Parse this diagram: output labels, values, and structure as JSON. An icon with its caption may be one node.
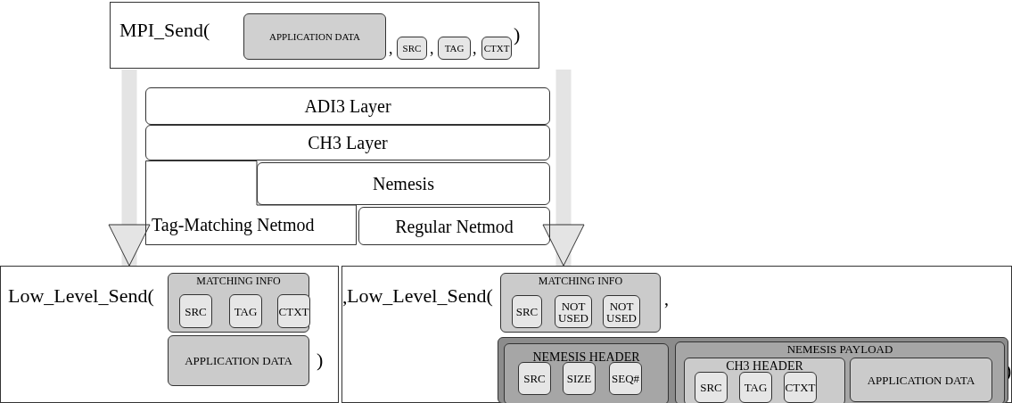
{
  "diagram": {
    "nodes": [
      {
        "text": [
          "MPI_Send(",
          ",",
          ",",
          ",",
          ")"
        ]
      },
      {
        "text": [
          "APPLICATION DATA"
        ],
        "in": 0
      },
      {
        "text": [
          "SRC"
        ],
        "in": 0
      },
      {
        "text": [
          "TAG"
        ],
        "in": 0
      },
      {
        "text": [
          "CTXT"
        ],
        "in": 0
      },
      {
        "text": [
          "ADI3 Layer"
        ]
      },
      {
        "text": [
          "CH3 Layer"
        ]
      },
      {
        "text": [
          "Nemesis"
        ]
      },
      {
        "text": [
          "Tag-Matching Netmod"
        ]
      },
      {
        "text": [
          "Regular Netmod"
        ]
      },
      {
        "text": [
          "Low_Level_Send(",
          ")"
        ],
        "beside": [
          ","
        ]
      },
      {
        "text": [
          "MATCHING INFO"
        ],
        "in": 10
      },
      {
        "text": [
          "SRC"
        ],
        "in": 11
      },
      {
        "text": [
          "TAG"
        ],
        "in": 11
      },
      {
        "text": [
          "CTXT"
        ],
        "in": 11
      },
      {
        "text": [
          "APPLICATION DATA"
        ],
        "in": 10
      },
      {
        "text": [
          "Low_Level_Send(",
          ",",
          ")"
        ]
      },
      {
        "text": [
          "MATCHING INFO"
        ],
        "in": 16
      },
      {
        "text": [
          "SRC"
        ],
        "in": 17
      },
      {
        "text": [
          "NOT USED"
        ],
        "in": 17
      },
      {
        "text": [
          "NOT USED"
        ],
        "in": 17
      },
      {
        "text": [],
        "shape": "box",
        "in": 16
      },
      {
        "text": [
          "NEMESIS HEADER"
        ],
        "in": 21
      },
      {
        "text": [
          "SRC"
        ],
        "in": 22
      },
      {
        "text": [
          "SIZE"
        ],
        "in": 22
      },
      {
        "text": [
          "SEQ#"
        ],
        "in": 22
      },
      {
        "text": [
          "NEMESIS PAYLOAD"
        ],
        "in": 21
      },
      {
        "text": [
          "CH3 HEADER"
        ],
        "in": 26
      },
      {
        "text": [
          "SRC"
        ],
        "in": 27
      },
      {
        "text": [
          "TAG"
        ],
        "in": 27
      },
      {
        "text": [
          "CTXT"
        ],
        "in": 27
      },
      {
        "text": [
          "APPLICATION DATA"
        ],
        "in": 26
      }
    ],
    "edges": [
      {
        "from": 0,
        "to": 10,
        "arrow": "to"
      },
      {
        "from": 0,
        "to": 16,
        "arrow": "to"
      }
    ]
  }
}
